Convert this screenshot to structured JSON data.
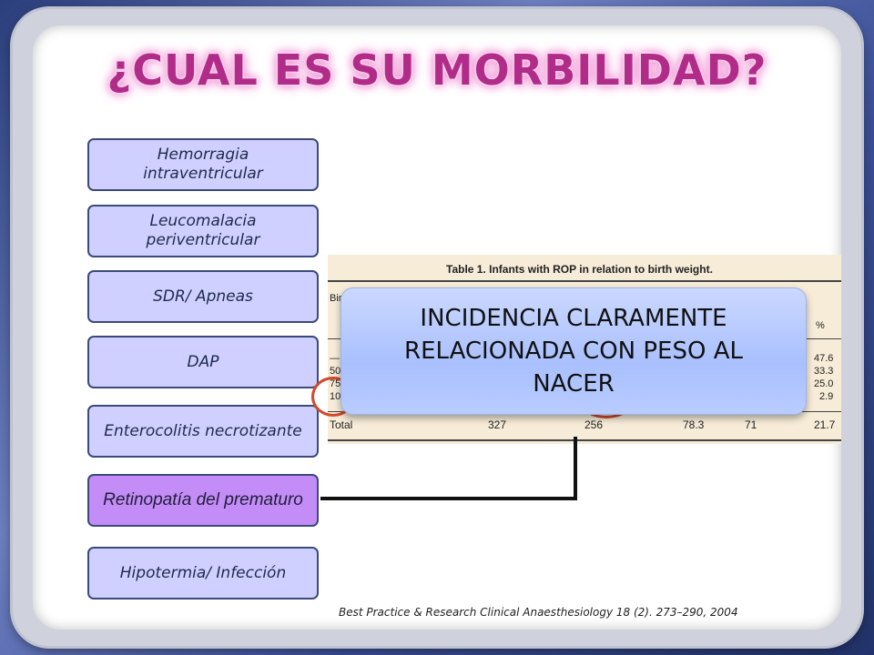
{
  "title": "¿CUAL ES SU MORBILIDAD?",
  "morbidities": [
    {
      "label": "Hemorragia intraventricular",
      "active": false
    },
    {
      "label": "Leucomalacia periventricular",
      "active": false
    },
    {
      "label": "SDR/ Apneas",
      "active": false
    },
    {
      "label": "DAP",
      "active": false
    },
    {
      "label": "Enterocolitis necrotizante",
      "active": false
    },
    {
      "label": "Retinopatía del prematuro",
      "active": true
    },
    {
      "label": "Hipotermia/ Infección",
      "active": false
    }
  ],
  "table": {
    "caption": "Table 1. Infants with ROP in relation to birth weight.",
    "header_first_cell": "Bir",
    "header_last_cell": "%",
    "row_stubs": [
      "—",
      "50",
      "75",
      "10"
    ],
    "percent_column": [
      "47.6",
      "33.3",
      "25.0",
      "2.9"
    ],
    "total_row": {
      "label": "Total",
      "values": [
        "327",
        "256",
        "78.3",
        "71",
        "21.7"
      ]
    }
  },
  "callout": {
    "text": "INCIDENCIA CLARAMENTE RELACIONADA CON PESO AL NACER"
  },
  "reference": "Best Practice & Research Clinical Anaesthesiology 18 (2). 273–290, 2004",
  "colors": {
    "title": "#b12c89",
    "node_fill": "#cfd0ff",
    "node_active_fill": "#c48cf7",
    "callout_fill": "#a9c0ff",
    "highlight_ring": "#d34a2a"
  }
}
